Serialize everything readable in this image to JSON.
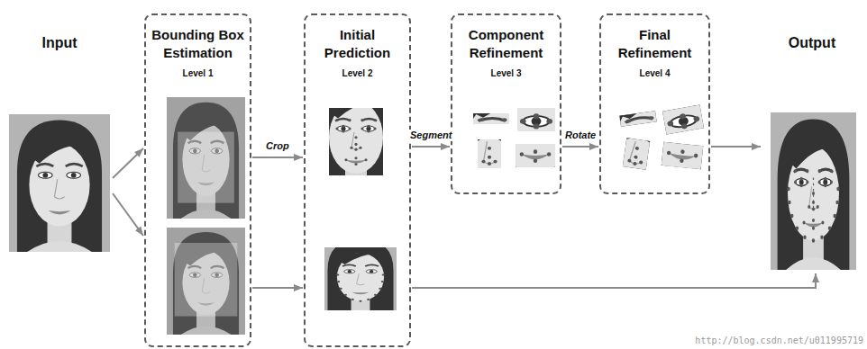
{
  "diagram": {
    "nodes": [
      {
        "text": [
          "Input"
        ]
      },
      {
        "text": [
          "Bounding Box Estimation",
          "Level 1"
        ]
      },
      {
        "text": [
          "Initial Prediction",
          "Level 2"
        ]
      },
      {
        "text": [
          "Component Refinement",
          "Level 3"
        ]
      },
      {
        "text": [
          "Final Refinement",
          "Level 4"
        ]
      },
      {
        "text": [
          "Output"
        ]
      }
    ],
    "edges": [
      {
        "from": 0,
        "to": 1,
        "arrow": "to"
      },
      {
        "from": 0,
        "to": 1,
        "arrow": "to"
      },
      {
        "from": 1,
        "to": 2,
        "label": "Crop",
        "arrow": "to"
      },
      {
        "from": 1,
        "to": 2,
        "arrow": "to"
      },
      {
        "from": 2,
        "to": 3,
        "label": "Segment",
        "arrow": "to"
      },
      {
        "from": 3,
        "to": 4,
        "label": "Rotate",
        "arrow": "to"
      },
      {
        "from": 4,
        "to": 5,
        "arrow": "to"
      },
      {
        "from": 2,
        "to": 5,
        "arrow": "to"
      }
    ],
    "labels": [
      "http://blog.csdn.net/u011995719"
    ]
  }
}
